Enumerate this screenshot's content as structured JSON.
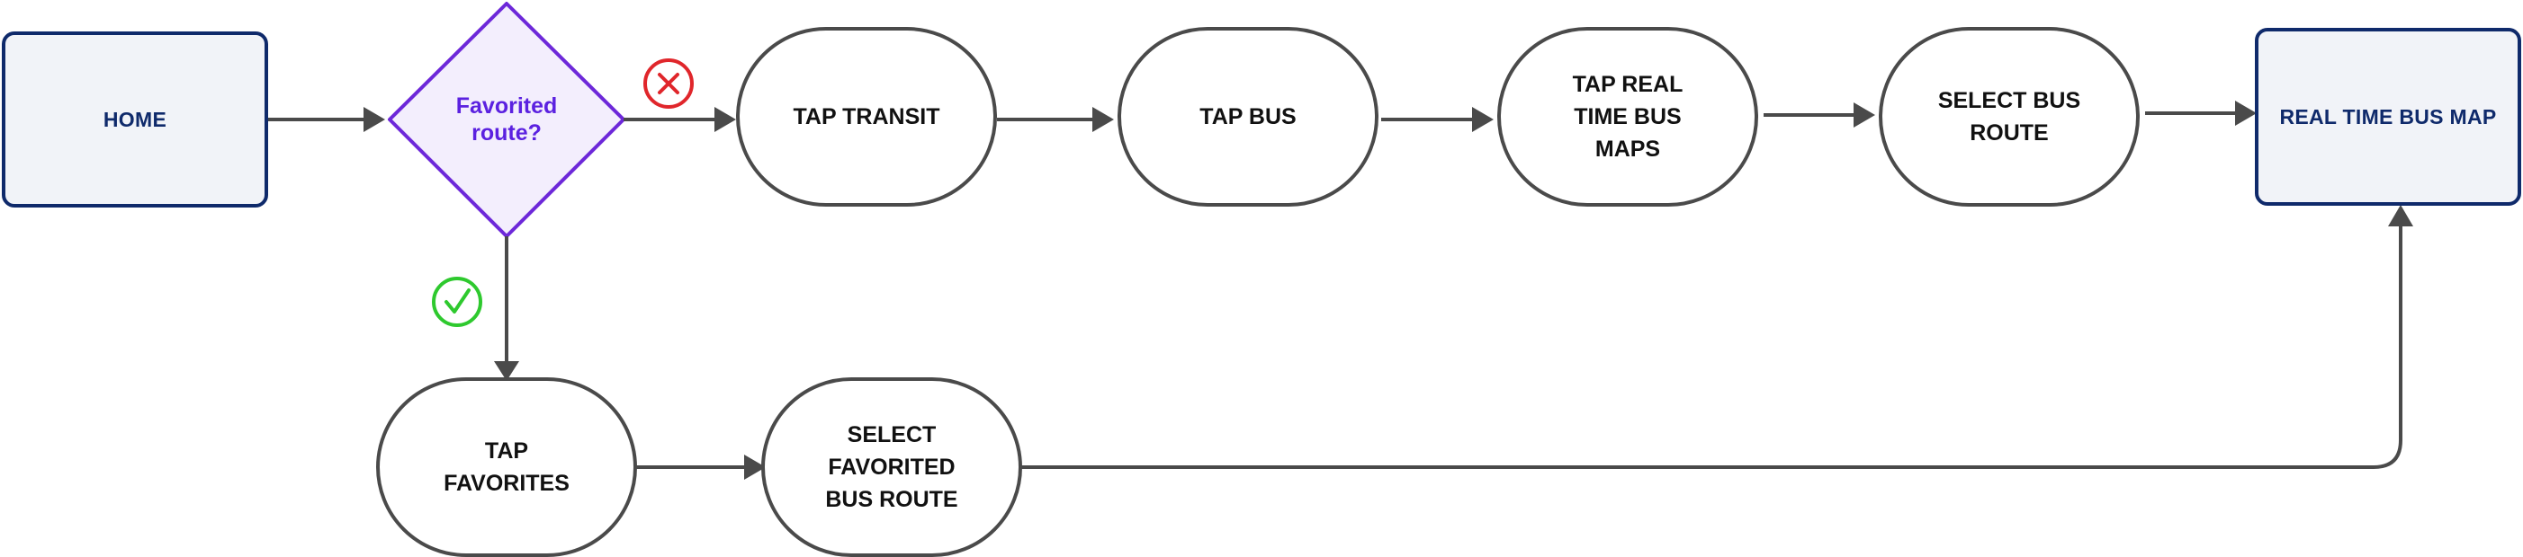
{
  "nodes": {
    "home": "HOME",
    "decision": "Favorited\nroute?",
    "tap_transit": "TAP TRANSIT",
    "tap_bus": "TAP BUS",
    "tap_realtime": "TAP REAL\nTIME BUS\nMAPS",
    "select_route": "SELECT BUS\nROUTE",
    "real_time_map": "REAL TIME BUS MAP",
    "tap_favorites": "TAP\nFAVORITES",
    "select_favorited": "SELECT\nFAVORITED\nBUS ROUTE"
  },
  "branches": {
    "no_icon": "x-circle-icon",
    "yes_icon": "check-circle-icon"
  },
  "colors": {
    "rect_border": "#0f2a6b",
    "rect_fill": "#f1f3f8",
    "diamond_border": "#6d28d9",
    "diamond_fill": "#f3eefd",
    "decision_text": "#5b21e0",
    "pill_border": "#4a4a4a",
    "arrow": "#4a4a4a",
    "no": "#e0262b",
    "yes": "#2ec92e"
  }
}
